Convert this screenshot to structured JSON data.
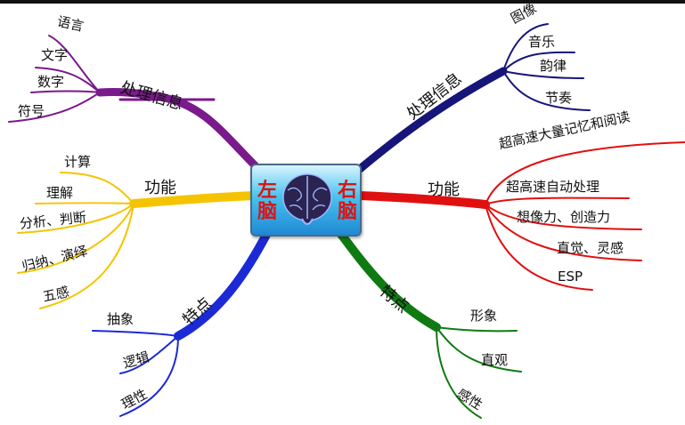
{
  "center": {
    "left_text": "左\n脑",
    "right_text": "右\n脑",
    "icon": "brain-icon"
  },
  "left": {
    "processing": {
      "label": "处理信息",
      "items": [
        "语言",
        "文字",
        "数字",
        "符号"
      ]
    },
    "function": {
      "label": "功能",
      "items": [
        "计算",
        "理解",
        "分析、判断",
        "归纳、演绎",
        "五感"
      ]
    },
    "features": {
      "label": "特点",
      "items": [
        "抽象",
        "逻辑",
        "理性"
      ]
    }
  },
  "right": {
    "processing": {
      "label": "处理信息",
      "items": [
        "图像",
        "音乐",
        "韵律",
        "节奏"
      ]
    },
    "function": {
      "label": "功能",
      "items": [
        "超高速大量记忆和阅读",
        "超高速自动处理",
        "想像力、创造力",
        "直觉、灵感",
        "ESP"
      ]
    },
    "features": {
      "label": "特点",
      "items": [
        "形象",
        "直观",
        "感性"
      ]
    }
  },
  "colors": {
    "left_processing": "#7a1a8c",
    "left_function": "#f5c400",
    "left_features": "#1c2ad6",
    "right_processing": "#16157a",
    "right_function": "#e01010",
    "right_features": "#0f7a12"
  }
}
